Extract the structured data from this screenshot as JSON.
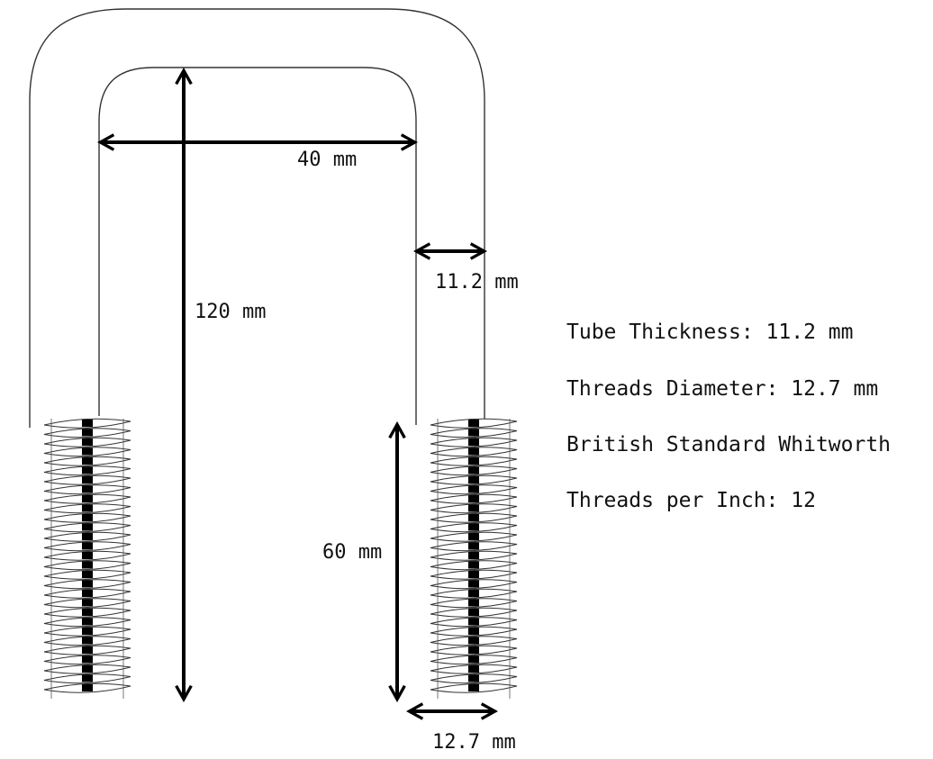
{
  "dimensions": {
    "inner_width": "40 mm",
    "total_height": "120 mm",
    "tube_thickness": "11.2 mm",
    "thread_length": "60 mm",
    "thread_diameter": "12.7 mm"
  },
  "specs": [
    "Tube Thickness: 11.2 mm",
    "Threads Diameter: 12.7 mm",
    "British Standard Whitworth",
    "Threads per Inch: 12"
  ]
}
